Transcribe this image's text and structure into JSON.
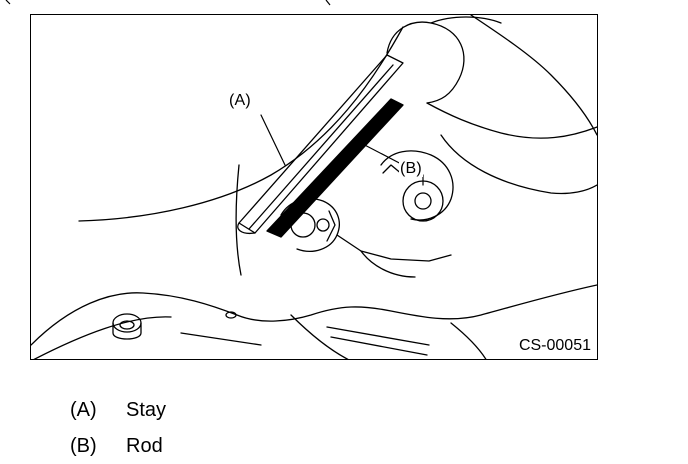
{
  "figure": {
    "callouts": {
      "a": "(A)",
      "b": "(B)"
    },
    "code": "CS-00051"
  },
  "legend": [
    {
      "key": "(A)",
      "label": "Stay"
    },
    {
      "key": "(B)",
      "label": "Rod"
    }
  ]
}
